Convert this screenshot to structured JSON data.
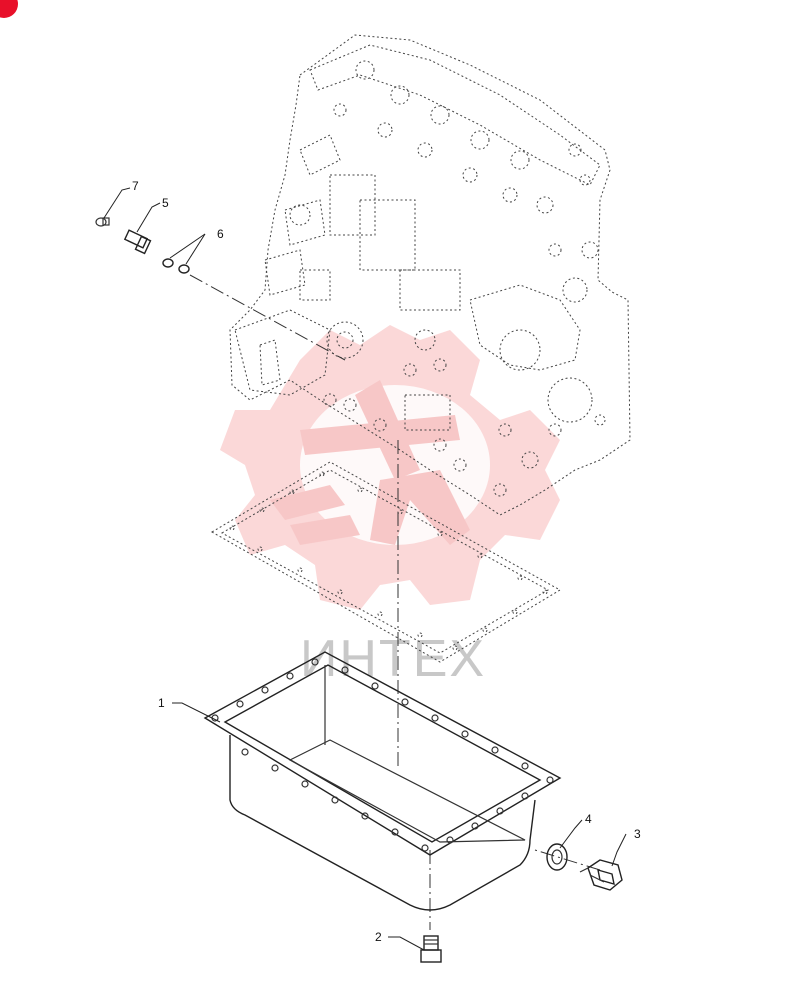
{
  "watermark": {
    "text": "ИНТЕХ",
    "color": "#f0a0a0"
  },
  "corner_marker": {
    "color": "#e8102a"
  },
  "callouts": {
    "c1": "1",
    "c2": "2",
    "c3": "3",
    "c4": "4",
    "c5": "5",
    "c6": "6",
    "c7": "7"
  }
}
